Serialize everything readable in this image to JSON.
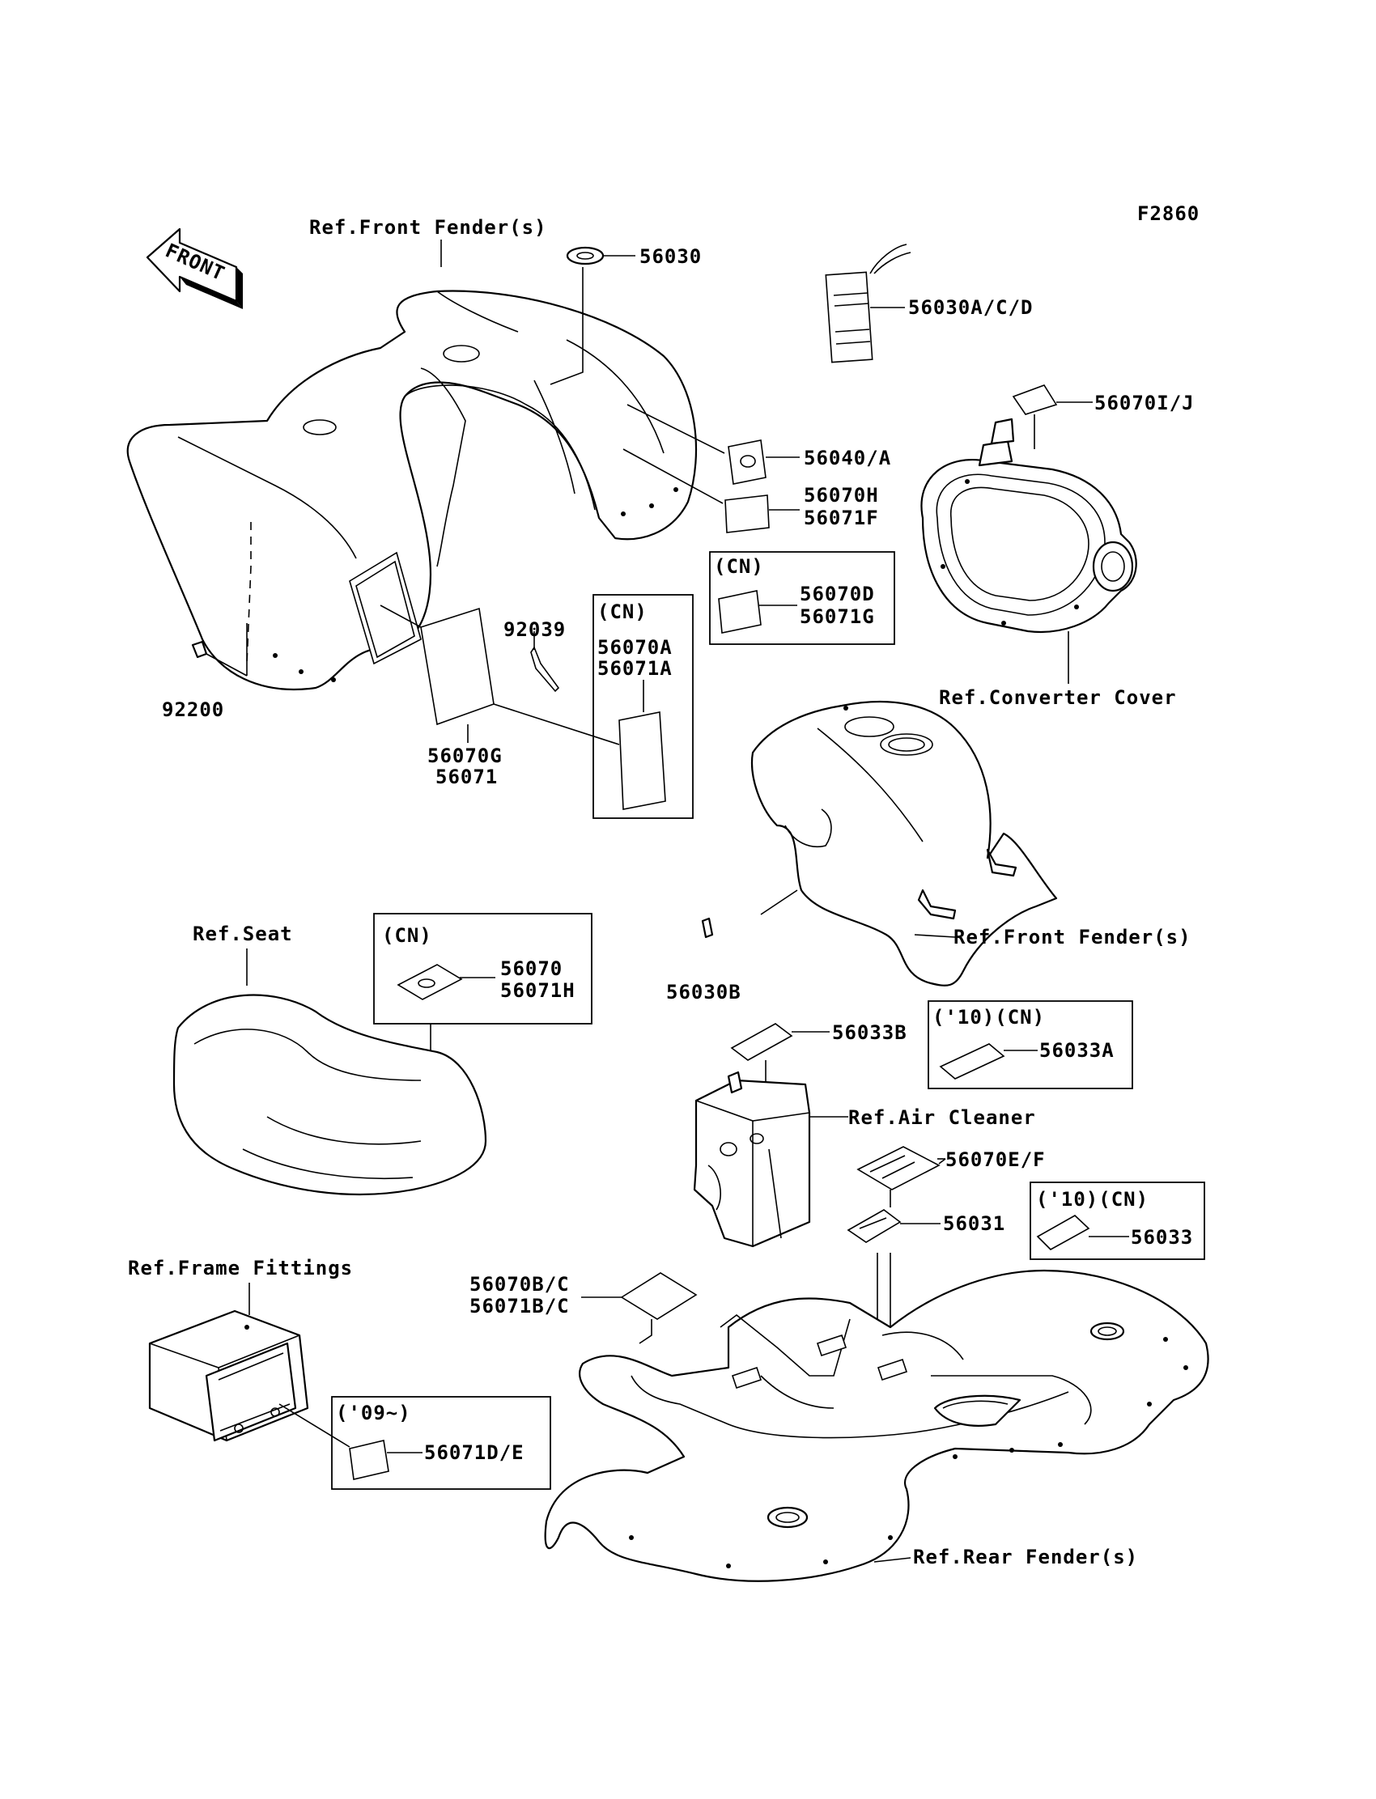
{
  "figure_code": "F2860",
  "front_arrow": {
    "text": "FRONT",
    "icon": "front-direction-arrow-icon"
  },
  "refs": {
    "front_fender_top": "Ref.Front Fender(s)",
    "converter_cover": "Ref.Converter Cover",
    "front_fender_mid": "Ref.Front Fender(s)",
    "seat": "Ref.Seat",
    "air_cleaner": "Ref.Air Cleaner",
    "frame_fittings": "Ref.Frame Fittings",
    "rear_fender": "Ref.Rear Fender(s)"
  },
  "parts": {
    "p56030": "56030",
    "p56030acd": "56030A/C/D",
    "p56070ij": "56070I/J",
    "p56040a": "56040/A",
    "p56070h": "56070H",
    "p56071f": "56071F",
    "p92039": "92039",
    "p92200": "92200",
    "p56070g": "56070G",
    "p56071": "56071",
    "p56030b": "56030B",
    "p56033b": "56033B",
    "p56070ef": "56070E/F",
    "p56031": "56031",
    "p56070bc": "56070B/C",
    "p56071bc": "56071B/C"
  },
  "callout_boxes": {
    "cn_a": {
      "tag": "(CN)",
      "line1": "56070A",
      "line2": "56071A"
    },
    "cn_d": {
      "tag": "(CN)",
      "line1": "56070D",
      "line2": "56071G"
    },
    "cn_h": {
      "tag": "(CN)",
      "line1": "56070",
      "line2": "56071H"
    },
    "cn_33a": {
      "tag": "('10)(CN)",
      "line1": "56033A"
    },
    "cn_33": {
      "tag": "('10)(CN)",
      "line1": "56033"
    },
    "y09": {
      "tag": "('09~)",
      "line1": "56071D/E"
    }
  }
}
